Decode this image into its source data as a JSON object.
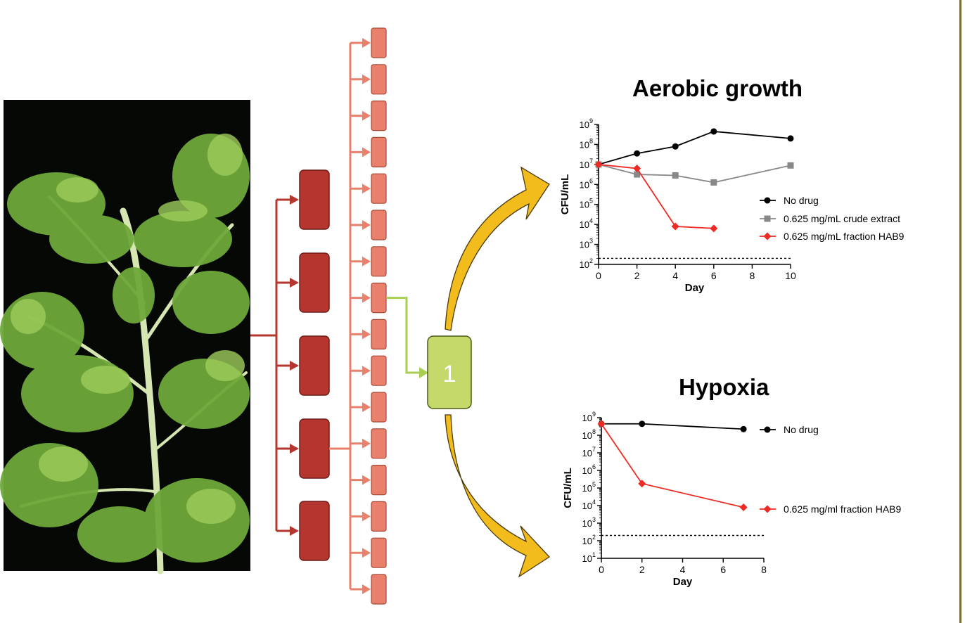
{
  "figure": {
    "colors": {
      "dark_box": "#b5352f",
      "light_box": "#e8806c",
      "green_box": "#c3da6a",
      "green_line": "#a8cf52",
      "arrow_gold": "#f2bd1c"
    },
    "fraction_box_label": "1"
  },
  "chart_data": [
    {
      "type": "line",
      "title": "Aerobic growth",
      "xlabel": "Day",
      "ylabel": "CFU/mL",
      "x_ticks": [
        "0",
        "2",
        "4",
        "6",
        "8",
        "10"
      ],
      "y_ticks": [
        {
          "base": "10",
          "exp": "2"
        },
        {
          "base": "10",
          "exp": "3"
        },
        {
          "base": "10",
          "exp": "4"
        },
        {
          "base": "10",
          "exp": "5"
        },
        {
          "base": "10",
          "exp": "6"
        },
        {
          "base": "10",
          "exp": "7"
        },
        {
          "base": "10",
          "exp": "8"
        },
        {
          "base": "10",
          "exp": "9"
        }
      ],
      "xlim": [
        0,
        10
      ],
      "ylim_log10": [
        2,
        9
      ],
      "y_scale": "log",
      "detection_limit_log10": 2.3,
      "legend_position": "right",
      "series": [
        {
          "name": "No drug",
          "color": "#000000",
          "marker": "circle",
          "x": [
            0,
            2,
            4,
            6,
            10
          ],
          "y_log10": [
            7.0,
            7.55,
            7.9,
            8.65,
            8.3
          ]
        },
        {
          "name": "0.625 mg/mL crude extract",
          "color": "#888888",
          "marker": "square",
          "x": [
            0,
            2,
            4,
            6,
            10
          ],
          "y_log10": [
            7.0,
            6.5,
            6.45,
            6.1,
            6.95
          ]
        },
        {
          "name": "0.625 mg/mL fraction HAB9",
          "color": "#ee2a24",
          "marker": "diamond",
          "x": [
            0,
            2,
            4,
            6
          ],
          "y_log10": [
            7.0,
            6.8,
            3.9,
            3.8
          ]
        }
      ]
    },
    {
      "type": "line",
      "title": "Hypoxia",
      "xlabel": "Day",
      "ylabel": "CFU/mL",
      "x_ticks": [
        "0",
        "2",
        "4",
        "6",
        "8"
      ],
      "y_ticks": [
        {
          "base": "10",
          "exp": "1"
        },
        {
          "base": "10",
          "exp": "2"
        },
        {
          "base": "10",
          "exp": "3"
        },
        {
          "base": "10",
          "exp": "4"
        },
        {
          "base": "10",
          "exp": "5"
        },
        {
          "base": "10",
          "exp": "6"
        },
        {
          "base": "10",
          "exp": "7"
        },
        {
          "base": "10",
          "exp": "8"
        },
        {
          "base": "10",
          "exp": "9"
        }
      ],
      "xlim": [
        0,
        8
      ],
      "ylim_log10": [
        1,
        9
      ],
      "y_scale": "log",
      "detection_limit_log10": 2.3,
      "legend_position": "right",
      "series": [
        {
          "name": "No drug",
          "color": "#000000",
          "marker": "circle",
          "x": [
            0,
            2,
            7
          ],
          "y_log10": [
            8.65,
            8.65,
            8.35
          ]
        },
        {
          "name": "0.625 mg/ml fraction HAB9",
          "color": "#ee2a24",
          "marker": "diamond",
          "x": [
            0,
            2,
            7
          ],
          "y_log10": [
            8.65,
            5.25,
            3.9
          ]
        }
      ]
    }
  ]
}
